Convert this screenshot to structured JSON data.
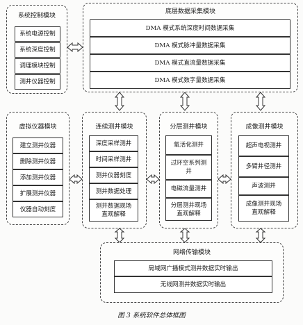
{
  "diagram": {
    "groups": {
      "sys_control": {
        "title": "系统控制模块",
        "items": [
          "系统电源控制",
          "系统深度控制",
          "调理模块控制",
          "测井仪器控制"
        ]
      },
      "daq": {
        "title": "底层数据采集模块",
        "items": [
          "DMA 模式系统深度时间数据采集",
          "DMA 模式脉冲量数据采集",
          "DMA 模式直流量数据采集",
          "DMA 模式数字量数据采集"
        ]
      },
      "virtual": {
        "title": "虚拟仪器模块",
        "items": [
          "建立测井仪器",
          "删除测井仪器",
          "添加测井仪器",
          "扩展测井仪器",
          "仪器自动刻度"
        ]
      },
      "continuous": {
        "title": "连续测井模块",
        "items": [
          "深度采样测井",
          "时间采样测井",
          "测井仪器刻度",
          "测井数据处理",
          "测井数据现场\n直观解释"
        ]
      },
      "layered": {
        "title": "分层测井模块",
        "items": [
          "氧活化测井",
          "过环空系列测\n井",
          "电磁流量测井",
          "分层测井现场\n直观解释"
        ]
      },
      "imaging": {
        "title": "成像测井模块",
        "items": [
          "超声电视测井",
          "多臂井径测井",
          "声波测井",
          "成像测井现场\n直观解释"
        ]
      },
      "network": {
        "title": "网络传输模块",
        "items": [
          "局域网广播模式测井数据实时输出",
          "无线网测井数据实时输出"
        ]
      }
    },
    "caption": "图 3  系统软件总体框图"
  }
}
